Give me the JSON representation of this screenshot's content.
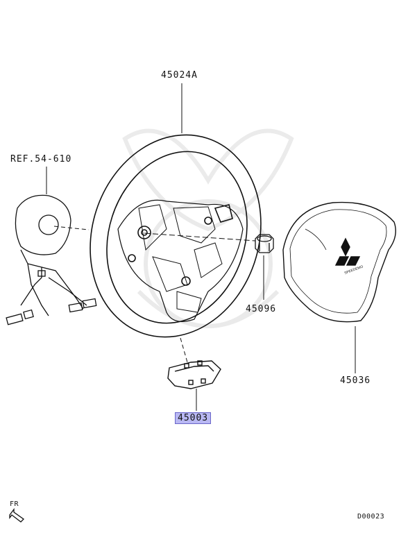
{
  "labels": {
    "steering_wheel": "45024A",
    "clock_spring_ref": "REF.54-610",
    "nut": "45096",
    "airbag_module": "45036",
    "lower_cover": "45003"
  },
  "direction": {
    "text": "FR"
  },
  "diagram_code": "D00023",
  "airbag_emblem": {
    "text": "SPEEDEMO"
  },
  "colors": {
    "highlight": "#b9b8f3",
    "line": "#111111"
  }
}
